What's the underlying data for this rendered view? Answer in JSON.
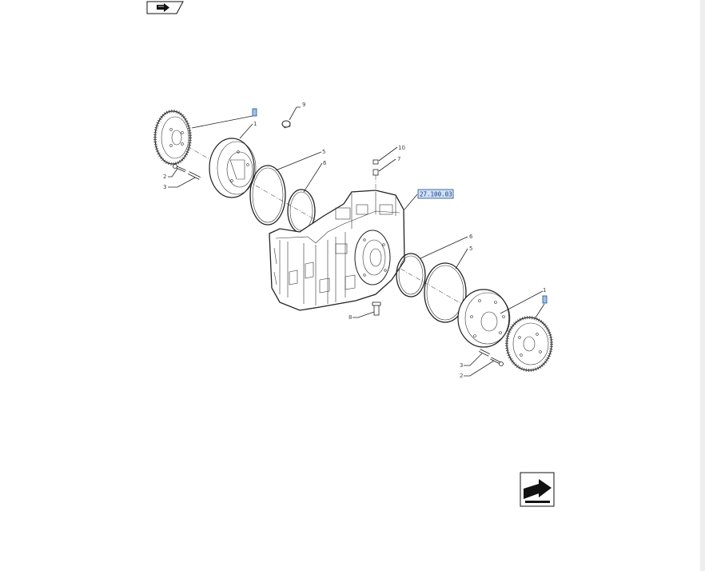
{
  "refs": {
    "section": "27.100.03"
  },
  "labels": {
    "l9": "9",
    "l1_top": "1",
    "l5_top": "5",
    "l6_top": "6",
    "l2_top": "2",
    "l3_top": "3",
    "l10": "10",
    "l7": "7",
    "l6_bot": "6",
    "l5_bot": "5",
    "l1_bot": "1",
    "l8": "8",
    "l3_bot": "3",
    "l2_bot": "2"
  },
  "colors": {
    "marker_fill": "#9ec3ea",
    "marker_stroke": "#1f4e8c",
    "line": "#222222"
  },
  "icons": {
    "prev": "prev-page-arrow-icon",
    "next": "next-page-arrow-icon"
  }
}
